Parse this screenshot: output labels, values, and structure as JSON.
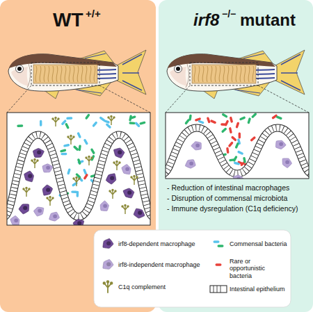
{
  "diagram": {
    "nodes": [
      {
        "text": [
          "WT",
          "+/+"
        ]
      },
      {
        "text": [
          "irf8",
          "−/−",
          "mutant",
          "- Reduction of intestinal macrophages",
          "- Disruption of commensal microbiota",
          "- Immune dysregulation (C1q deficiency)"
        ]
      }
    ],
    "legend": [
      {
        "text": "irf8-dependent macrophage",
        "color": "#6f4a96"
      },
      {
        "text": "irf8-independent macrophage",
        "color": "#b8a6d7"
      },
      {
        "text": "C1q complement",
        "color": "#8c8a3a"
      },
      {
        "text": "Commensal bacteria"
      },
      {
        "text": "Rare or opportunistic bacteria",
        "color": "#e8413a"
      },
      {
        "text": "Intestinal epithelium"
      }
    ]
  }
}
